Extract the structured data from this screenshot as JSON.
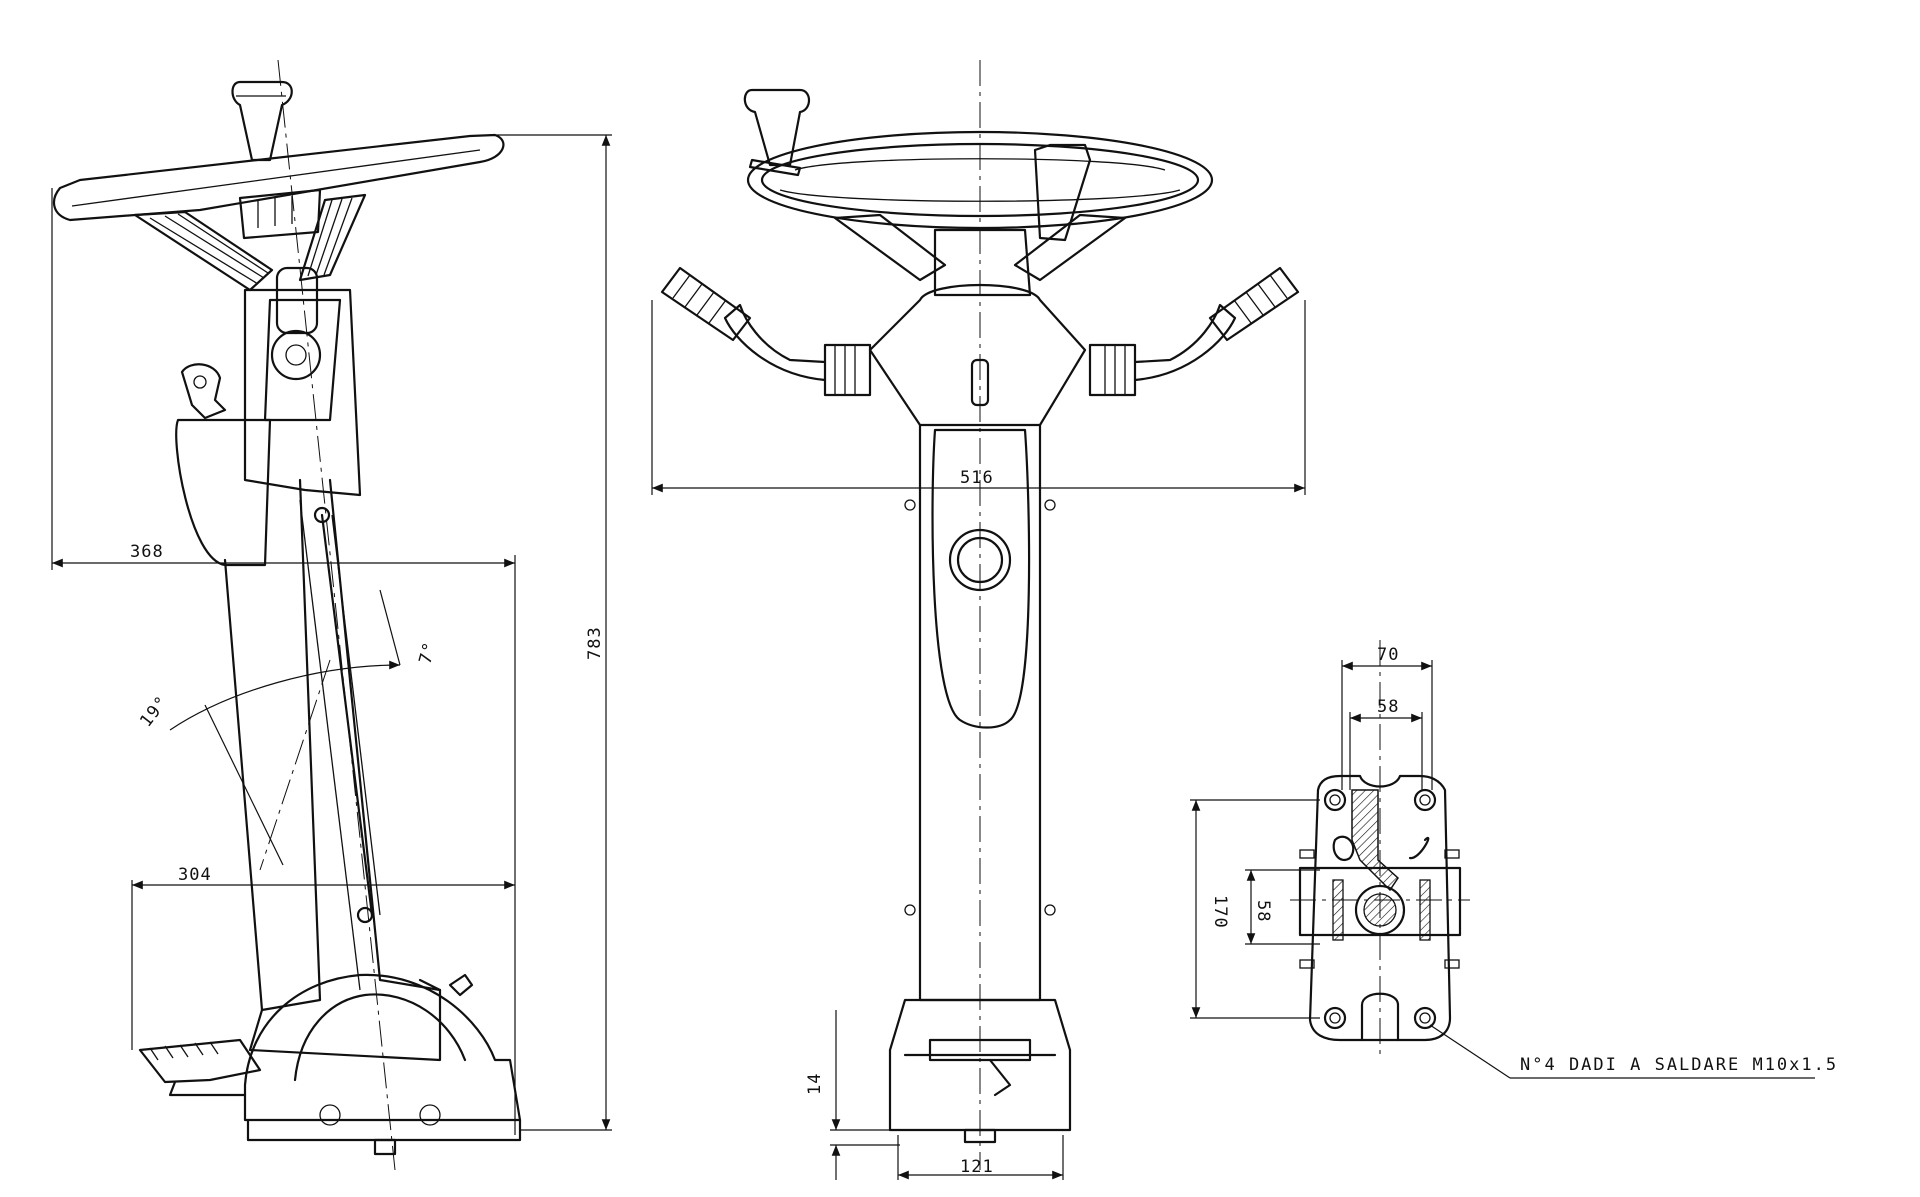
{
  "dimensions": {
    "side_wheel_width": "368",
    "side_base_width": "304",
    "overall_height": "783",
    "front_width": "516",
    "angle_back": "19°",
    "angle_forward": "7°",
    "base_front_width": "121",
    "base_height": "14",
    "plate_outer_width": "70",
    "plate_inner_width": "58",
    "plate_height": "170",
    "plate_inner_height": "58"
  },
  "note": "N°4 DADI A SALDARE M10x1.5"
}
